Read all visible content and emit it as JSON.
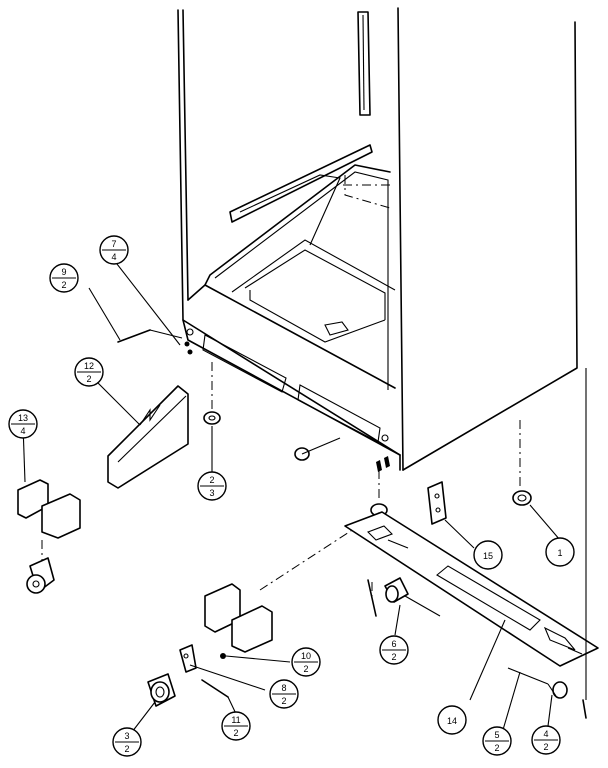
{
  "callouts": [
    {
      "id": "c1",
      "num": "1",
      "qty": ""
    },
    {
      "id": "c2",
      "num": "2",
      "qty": "3"
    },
    {
      "id": "c3",
      "num": "3",
      "qty": "2"
    },
    {
      "id": "c4",
      "num": "4",
      "qty": "2"
    },
    {
      "id": "c5",
      "num": "5",
      "qty": "2"
    },
    {
      "id": "c6",
      "num": "6",
      "qty": "2"
    },
    {
      "id": "c7",
      "num": "7",
      "qty": "4"
    },
    {
      "id": "c8",
      "num": "8",
      "qty": "2"
    },
    {
      "id": "c9",
      "num": "9",
      "qty": "2"
    },
    {
      "id": "c10",
      "num": "10",
      "qty": "2"
    },
    {
      "id": "c11",
      "num": "11",
      "qty": "2"
    },
    {
      "id": "c12",
      "num": "12",
      "qty": "2"
    },
    {
      "id": "c13",
      "num": "13",
      "qty": "4"
    },
    {
      "id": "c14",
      "num": "14",
      "qty": ""
    },
    {
      "id": "c15",
      "num": "15",
      "qty": ""
    }
  ]
}
